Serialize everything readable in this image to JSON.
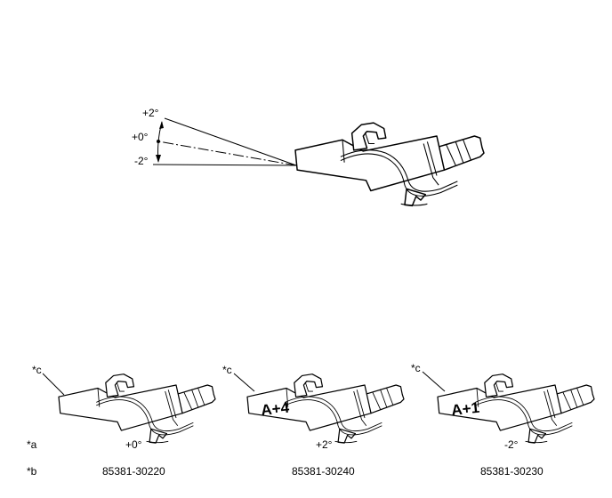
{
  "main_view": {
    "angles": [
      "+2°",
      "+0°",
      "-2°"
    ]
  },
  "legend": {
    "row_a": "*a",
    "row_b": "*b",
    "callout": "*c"
  },
  "variants": [
    {
      "mark": "",
      "angle": "+0°",
      "part_no": "85381-30220"
    },
    {
      "mark": "A+4",
      "angle": "+2°",
      "part_no": "85381-30240"
    },
    {
      "mark": "A+1",
      "angle": "-2°",
      "part_no": "85381-30230"
    }
  ],
  "colors": {
    "line": "#000000",
    "background": "#ffffff"
  }
}
